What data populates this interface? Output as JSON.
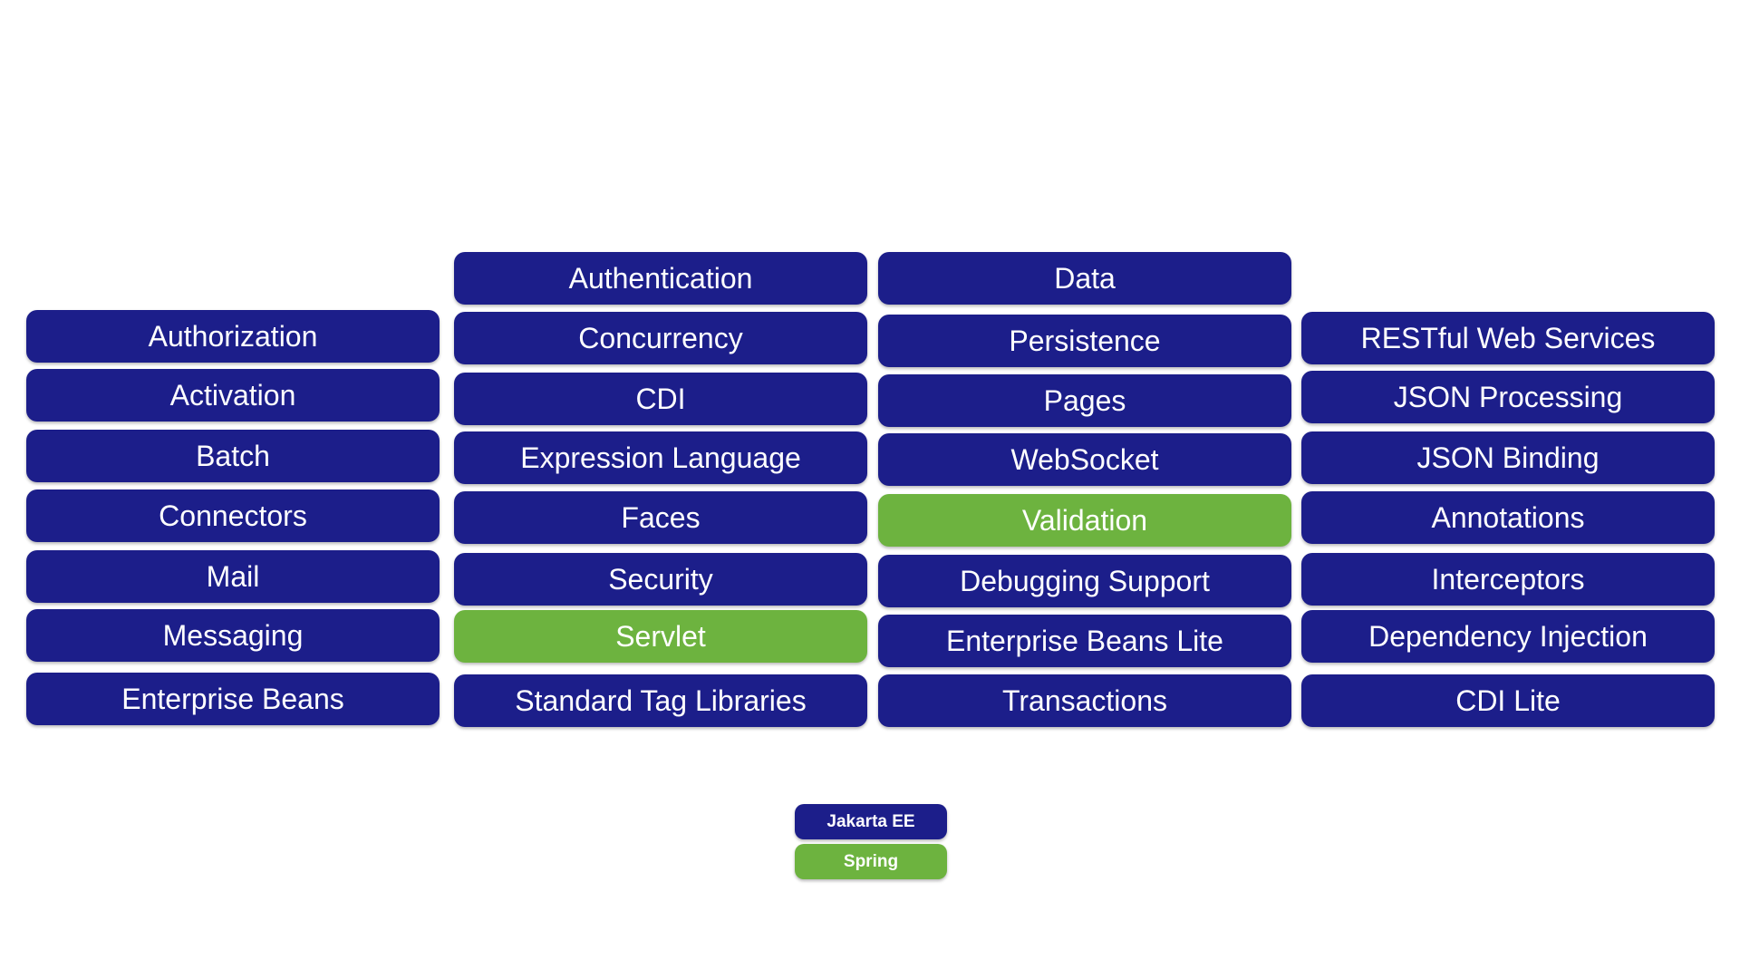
{
  "colors": {
    "jakarta_ee": "#1c1e8a",
    "spring": "#6db33f"
  },
  "columns": [
    {
      "items": [
        {
          "label": "Authorization",
          "kind": "jakarta_ee"
        },
        {
          "label": "Activation",
          "kind": "jakarta_ee"
        },
        {
          "label": "Batch",
          "kind": "jakarta_ee"
        },
        {
          "label": "Connectors",
          "kind": "jakarta_ee"
        },
        {
          "label": "Mail",
          "kind": "jakarta_ee"
        },
        {
          "label": "Messaging",
          "kind": "jakarta_ee"
        },
        {
          "label": "Enterprise Beans",
          "kind": "jakarta_ee"
        }
      ]
    },
    {
      "items": [
        {
          "label": "Authentication",
          "kind": "jakarta_ee"
        },
        {
          "label": "Concurrency",
          "kind": "jakarta_ee"
        },
        {
          "label": "CDI",
          "kind": "jakarta_ee"
        },
        {
          "label": "Expression Language",
          "kind": "jakarta_ee"
        },
        {
          "label": "Faces",
          "kind": "jakarta_ee"
        },
        {
          "label": "Security",
          "kind": "jakarta_ee"
        },
        {
          "label": "Servlet",
          "kind": "spring"
        },
        {
          "label": "Standard Tag Libraries",
          "kind": "jakarta_ee"
        }
      ]
    },
    {
      "items": [
        {
          "label": "Data",
          "kind": "jakarta_ee"
        },
        {
          "label": "Persistence",
          "kind": "jakarta_ee"
        },
        {
          "label": "Pages",
          "kind": "jakarta_ee"
        },
        {
          "label": "WebSocket",
          "kind": "jakarta_ee"
        },
        {
          "label": "Validation",
          "kind": "spring"
        },
        {
          "label": "Debugging Support",
          "kind": "jakarta_ee"
        },
        {
          "label": "Enterprise Beans Lite",
          "kind": "jakarta_ee"
        },
        {
          "label": "Transactions",
          "kind": "jakarta_ee"
        }
      ]
    },
    {
      "items": [
        {
          "label": "RESTful Web Services",
          "kind": "jakarta_ee"
        },
        {
          "label": "JSON Processing",
          "kind": "jakarta_ee"
        },
        {
          "label": "JSON Binding",
          "kind": "jakarta_ee"
        },
        {
          "label": "Annotations",
          "kind": "jakarta_ee"
        },
        {
          "label": "Interceptors",
          "kind": "jakarta_ee"
        },
        {
          "label": "Dependency Injection",
          "kind": "jakarta_ee"
        },
        {
          "label": "CDI Lite",
          "kind": "jakarta_ee"
        }
      ]
    }
  ],
  "legend": [
    {
      "label": "Jakarta EE",
      "kind": "jakarta_ee"
    },
    {
      "label": "Spring",
      "kind": "spring"
    }
  ]
}
